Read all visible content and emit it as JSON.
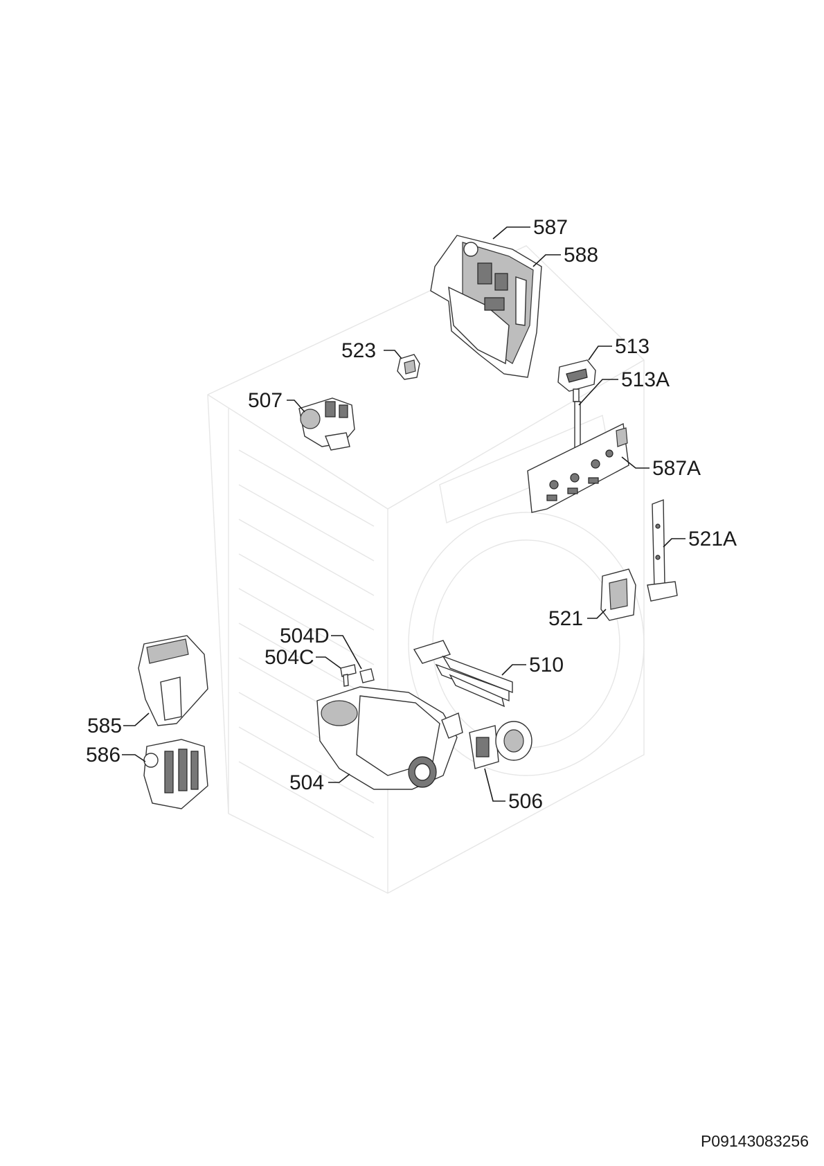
{
  "diagram": {
    "callouts": [
      {
        "id": "587",
        "label": "587"
      },
      {
        "id": "588",
        "label": "588"
      },
      {
        "id": "523",
        "label": "523"
      },
      {
        "id": "513",
        "label": "513"
      },
      {
        "id": "513A",
        "label": "513A"
      },
      {
        "id": "507",
        "label": "507"
      },
      {
        "id": "587A",
        "label": "587A"
      },
      {
        "id": "521A",
        "label": "521A"
      },
      {
        "id": "521",
        "label": "521"
      },
      {
        "id": "504D",
        "label": "504D"
      },
      {
        "id": "504C",
        "label": "504C"
      },
      {
        "id": "510",
        "label": "510"
      },
      {
        "id": "585",
        "label": "585"
      },
      {
        "id": "586",
        "label": "586"
      },
      {
        "id": "504",
        "label": "504"
      },
      {
        "id": "506",
        "label": "506"
      }
    ],
    "document_code": "P09143083256"
  }
}
